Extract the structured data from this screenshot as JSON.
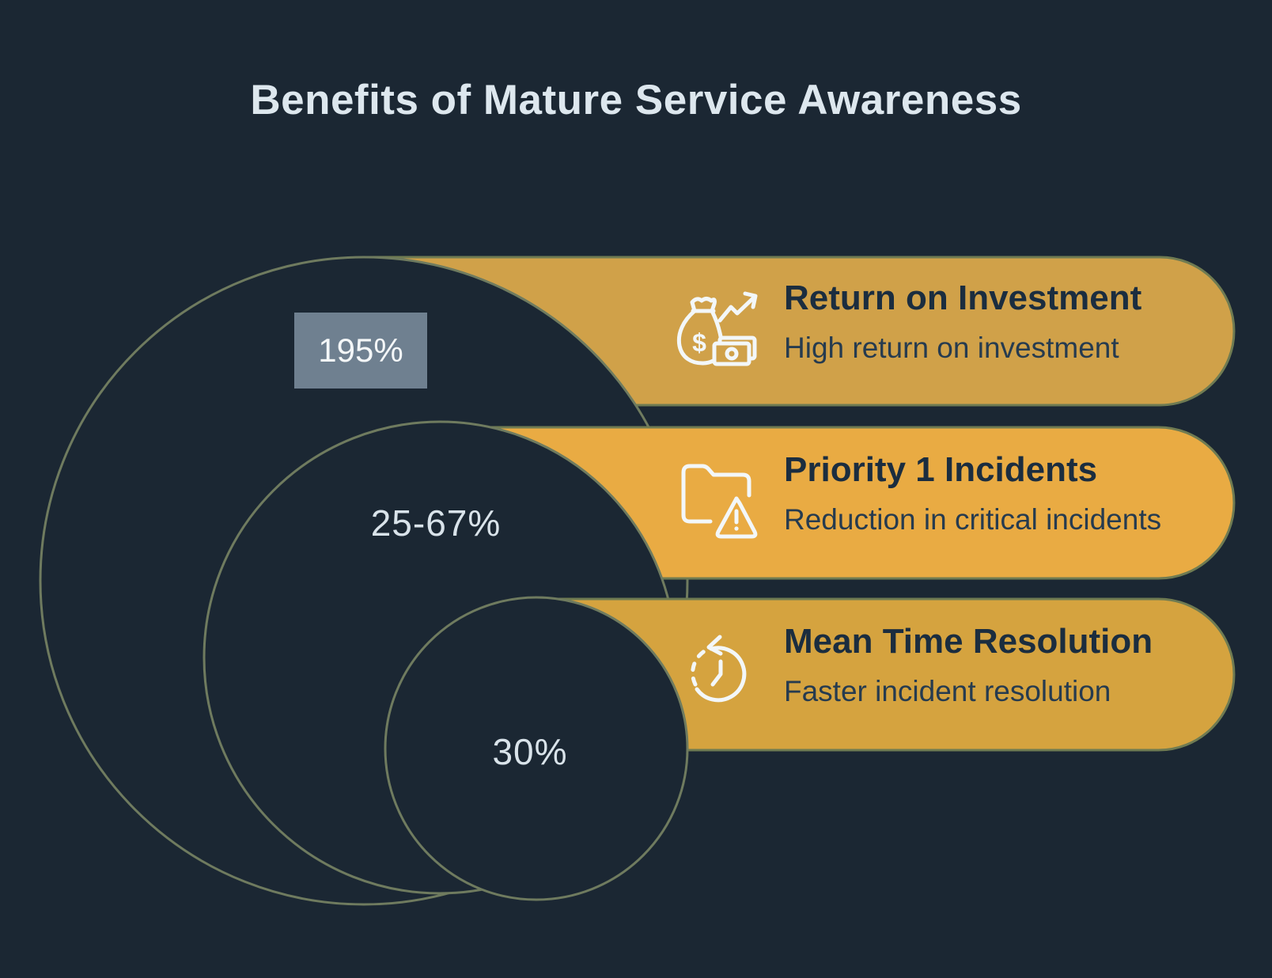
{
  "title": "Benefits of Mature Service Awareness",
  "colors": {
    "background": "#1b2733",
    "circle_outline": "#6f7b5f",
    "bar_roi": "#d0a149",
    "bar_incidents": "#e9ab43",
    "bar_mtr": "#d5a33f",
    "value_box": "#6f8090",
    "title_text": "#dde7ee",
    "heading_text": "#1b2d3f"
  },
  "rows": [
    {
      "id": "roi",
      "value": "195%",
      "heading": "Return on Investment",
      "subtitle": "High return on investment",
      "icon": "money-bag-growth-icon"
    },
    {
      "id": "incidents",
      "value": "25-67%",
      "heading": "Priority 1 Incidents",
      "subtitle": "Reduction in critical incidents",
      "icon": "folder-warning-icon"
    },
    {
      "id": "mtr",
      "value": "30%",
      "heading": "Mean Time Resolution",
      "subtitle": "Faster incident resolution",
      "icon": "time-history-icon"
    }
  ]
}
